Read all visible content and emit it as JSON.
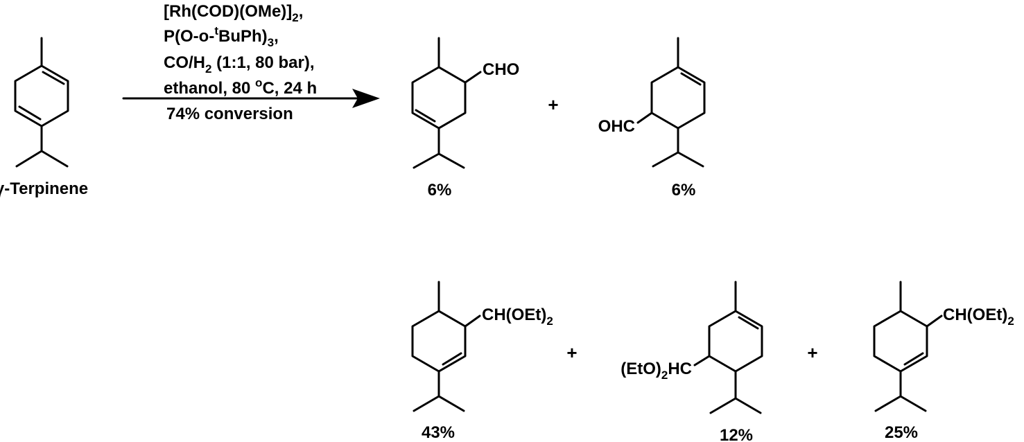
{
  "reactant": {
    "name": "γ-Terpinene"
  },
  "conditions": {
    "line1": {
      "text": "[Rh(COD)(OMe)]",
      "sub": "2",
      "suffix": ","
    },
    "line2": {
      "text": "P(O-o-",
      "sup": "t",
      "text2": "BuPh)",
      "sub": "3",
      "suffix": ","
    },
    "line3": {
      "text": "CO/H",
      "sub": "2",
      "suffix": " (1:1, 80 bar),"
    },
    "line4": {
      "text": "ethanol, 80 ",
      "sup": "o",
      "suffix": "C, 24 h"
    },
    "line5": "74% conversion"
  },
  "plus_sign": "+",
  "products": [
    {
      "group": "CHO",
      "yield": "6%"
    },
    {
      "group": "OHC",
      "yield": "6%"
    },
    {
      "group": "CH(OEt)",
      "group_sub": "2",
      "yield": "43%"
    },
    {
      "group_prefix": "(EtO)",
      "group_sub": "2",
      "group_suffix": "HC",
      "yield": "12%"
    },
    {
      "group": "CH(OEt)",
      "group_sub": "2",
      "yield": "25%"
    }
  ]
}
